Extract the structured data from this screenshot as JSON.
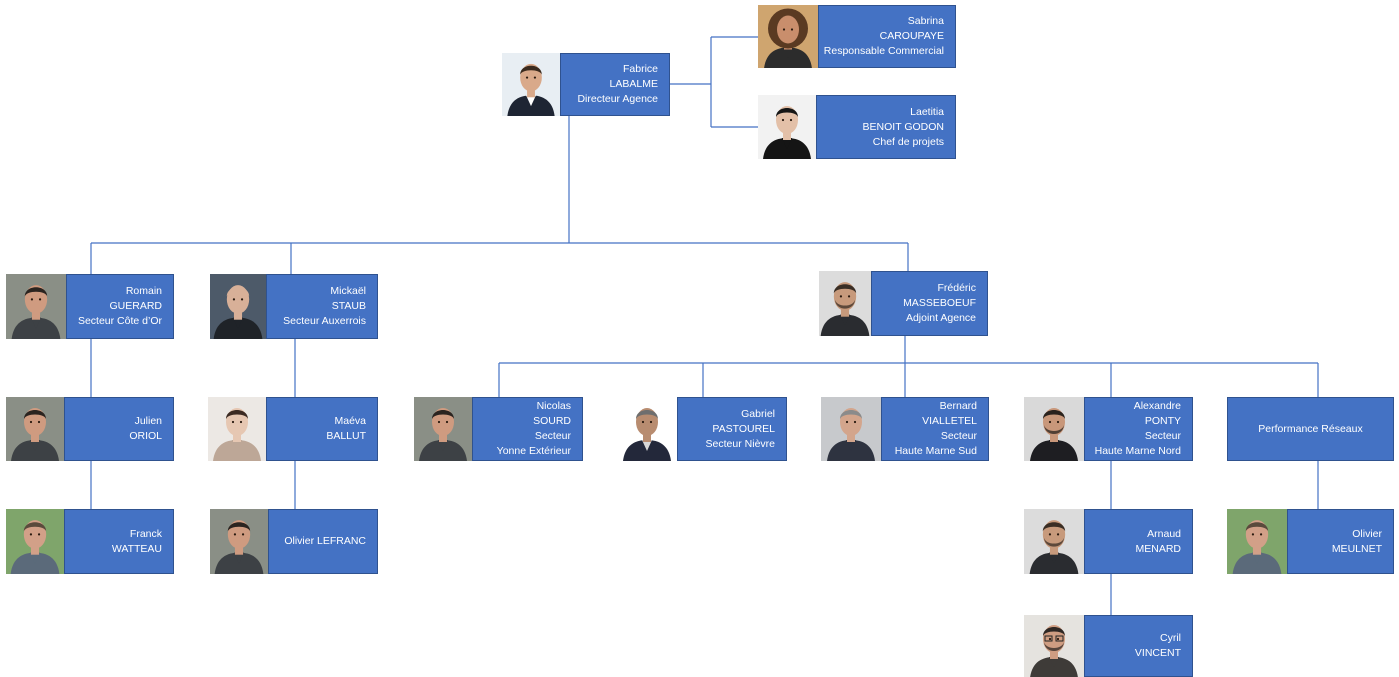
{
  "colors": {
    "box": "#4472c4",
    "border": "#2f528f",
    "line": "#4472c4",
    "text": "#ffffff"
  },
  "nodes": [
    {
      "id": "fabrice",
      "lines": [
        "Fabrice",
        "LABALME",
        "Directeur Agence"
      ],
      "photo": "man-suit",
      "photo_icon": "person-photo-icon"
    },
    {
      "id": "sabrina",
      "lines": [
        "Sabrina",
        "CAROUPAYE",
        "Responsable Commercial"
      ],
      "photo": "woman-curly",
      "photo_icon": "person-photo-icon"
    },
    {
      "id": "laetitia",
      "lines": [
        "Laetitia",
        "BENOIT GODON",
        "Chef de projets"
      ],
      "photo": "woman-dark",
      "photo_icon": "person-photo-icon"
    },
    {
      "id": "romain",
      "lines": [
        "Romain",
        "GUERARD",
        "Secteur Côte d’Or"
      ],
      "photo": "man-short",
      "photo_icon": "person-photo-icon"
    },
    {
      "id": "mickael",
      "lines": [
        "Mickaël",
        "STAUB",
        "Secteur Auxerrois"
      ],
      "photo": "man-bald",
      "photo_icon": "person-photo-icon"
    },
    {
      "id": "frederic",
      "lines": [
        "Frédéric",
        "MASSEBOEUF",
        "Adjoint Agence"
      ],
      "photo": "man-beard",
      "photo_icon": "person-photo-icon"
    },
    {
      "id": "julien",
      "lines": [
        "Julien",
        "ORIOL"
      ],
      "photo": "man-short",
      "photo_icon": "person-photo-icon"
    },
    {
      "id": "maeva",
      "lines": [
        "Maéva",
        "BALLUT"
      ],
      "photo": "woman-light",
      "photo_icon": "person-photo-icon"
    },
    {
      "id": "franck",
      "lines": [
        "Franck",
        "WATTEAU"
      ],
      "photo": "man-outdoor",
      "photo_icon": "person-photo-icon"
    },
    {
      "id": "olivierl",
      "lines": [
        "Olivier LEFRANC"
      ],
      "photo": "man-short",
      "photo_icon": "person-photo-icon"
    },
    {
      "id": "nicolas",
      "lines": [
        "Nicolas",
        "SOURD",
        "Secteur",
        "Yonne Extérieur"
      ],
      "photo": "man-short",
      "photo_icon": "person-photo-icon"
    },
    {
      "id": "gabriel",
      "lines": [
        "Gabriel",
        "PASTOUREL",
        "Secteur Nièvre"
      ],
      "photo": "man-suit-older",
      "photo_icon": "person-photo-icon"
    },
    {
      "id": "bernard",
      "lines": [
        "Bernard",
        "VIALLETEL",
        "Secteur",
        "Haute Marne Sud"
      ],
      "photo": "man-grey",
      "photo_icon": "person-photo-icon"
    },
    {
      "id": "alexandre",
      "lines": [
        "Alexandre",
        "PONTY",
        "Secteur",
        "Haute Marne Nord"
      ],
      "photo": "man-dark-shirt",
      "photo_icon": "person-photo-icon"
    },
    {
      "id": "perf",
      "lines": [
        "Performance Réseaux"
      ],
      "photo": null
    },
    {
      "id": "arnaud",
      "lines": [
        "Arnaud",
        "MENARD"
      ],
      "photo": "man-beard",
      "photo_icon": "person-photo-icon"
    },
    {
      "id": "olivierm",
      "lines": [
        "Olivier",
        "MEULNET"
      ],
      "photo": "man-outdoor",
      "photo_icon": "person-photo-icon"
    },
    {
      "id": "cyril",
      "lines": [
        "Cyril",
        "VINCENT"
      ],
      "photo": "man-glasses",
      "photo_icon": "person-photo-icon"
    }
  ]
}
